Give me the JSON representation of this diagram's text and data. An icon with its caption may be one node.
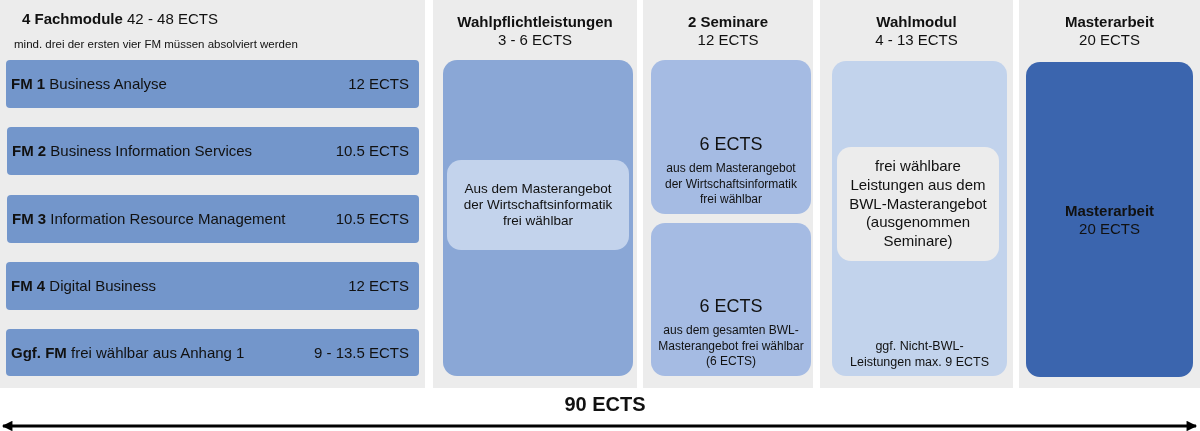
{
  "diagram": {
    "nodes": [
      {
        "text": [
          "**4 Fachmodule** 42 - 48 ECTS",
          "mind. drei der ersten vier FM müssen absolviert werden"
        ]
      },
      {
        "text": [
          "**FM 1** Business Analyse",
          "12 ECTS"
        ],
        "in": 0
      },
      {
        "text": [
          "**FM 2** Business Information Services",
          "10.5 ECTS"
        ],
        "in": 0
      },
      {
        "text": [
          "**FM 3** Information Resource Management",
          "10.5 ECTS"
        ],
        "in": 0
      },
      {
        "text": [
          "**FM 4** Digital Business",
          "12 ECTS"
        ],
        "in": 0
      },
      {
        "text": [
          "**Ggf. FM** frei wählbar aus Anhang 1",
          "9 - 13.5 ECTS"
        ],
        "in": 0
      },
      {
        "text": [
          "Wahlpflichtleistungen",
          "3 - 6 ECTS"
        ]
      },
      {
        "text": [],
        "shape": "box",
        "in": 6
      },
      {
        "text": [
          "Aus dem Masterangebot der Wirtschaftsinformatik frei wählbar"
        ],
        "in": 7
      },
      {
        "text": [
          "2 Seminare",
          "12 ECTS"
        ]
      },
      {
        "text": [
          "6 ECTS",
          "aus dem Masterangebot der Wirtschaftsinformatik frei wählbar"
        ],
        "in": 9
      },
      {
        "text": [
          "6 ECTS",
          "aus dem gesamten BWL-Masterangebot frei wählbar (6 ECTS)"
        ],
        "in": 9
      },
      {
        "text": [
          "Wahlmodul",
          "4 - 13 ECTS"
        ]
      },
      {
        "text": [
          "ggf. Nicht-BWL-Leistungen max. 9 ECTS"
        ],
        "in": 12
      },
      {
        "text": [
          "frei wählbare Leistungen aus dem BWL-Masterangebot (ausgenommen Seminare)"
        ],
        "in": 13
      },
      {
        "text": [
          "Masterarbeit",
          "20 ECTS"
        ]
      },
      {
        "text": [
          "Masterarbeit",
          "20 ECTS"
        ],
        "in": 15
      }
    ],
    "edges": [],
    "labels": [
      "90 ECTS"
    ]
  }
}
